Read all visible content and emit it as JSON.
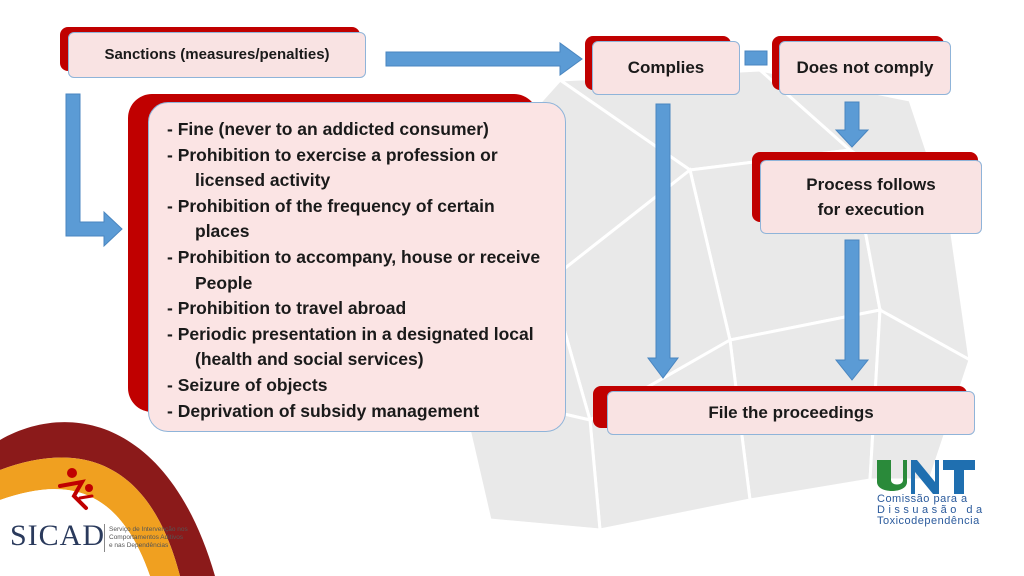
{
  "sanctions": {
    "label": "Sanctions (measures/penalties)"
  },
  "complies": {
    "label": "Complies"
  },
  "does_not_comply": {
    "label": "Does not comply"
  },
  "process": {
    "line1": "Process follows",
    "line2": "for execution"
  },
  "file": {
    "label": "File the proceedings"
  },
  "measures": [
    "Fine (never to an addicted consumer)",
    "Prohibition to exercise a profession or licensed activity",
    "Prohibition of the frequency of certain places",
    "Prohibition to accompany, house or receive People",
    "Prohibition to travel abroad",
    "Periodic presentation in a designated local (health and social services)",
    "Seizure of objects",
    "Deprivation of subsidy management"
  ],
  "logos": {
    "sicad": {
      "name": "SICAD",
      "line1": "Serviço de Intervenção nos",
      "line2": "Comportamentos Aditivos",
      "line3": "e nas Dependências"
    },
    "cdt": {
      "line1": "Comissão para a",
      "line2": "Dissuasão da",
      "line3": "Toxicodependência"
    }
  },
  "colors": {
    "accent_red": "#c00000",
    "card_fill": "#f9e3e3",
    "arrow_blue": "#5b9bd5",
    "border_blue": "#8fb4d9"
  }
}
